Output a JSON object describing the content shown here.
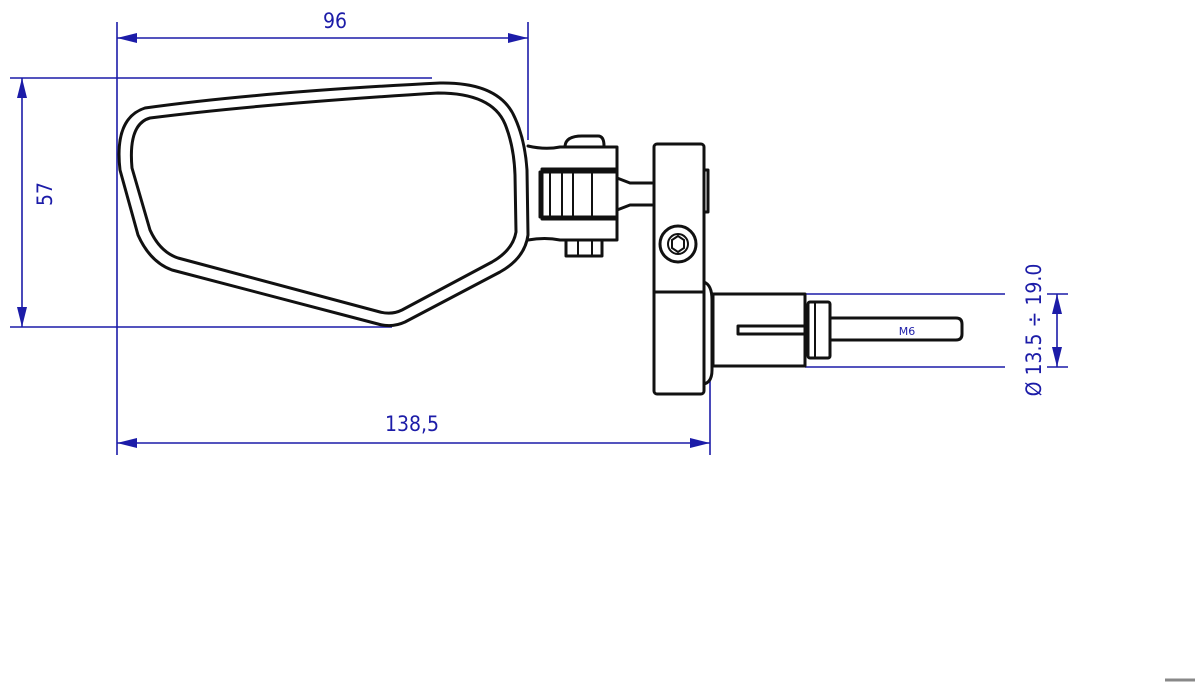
{
  "drawing": {
    "title": "Mirror assembly dimension drawing",
    "dimensions": {
      "width_mirror": "96",
      "height_mirror": "57",
      "overall_length": "138,5",
      "bar_diameter": "Ø 13.5 ÷ 19.0",
      "thread": "M6"
    },
    "colors": {
      "dimension": "#1c1ca8",
      "outline": "#111111"
    }
  }
}
